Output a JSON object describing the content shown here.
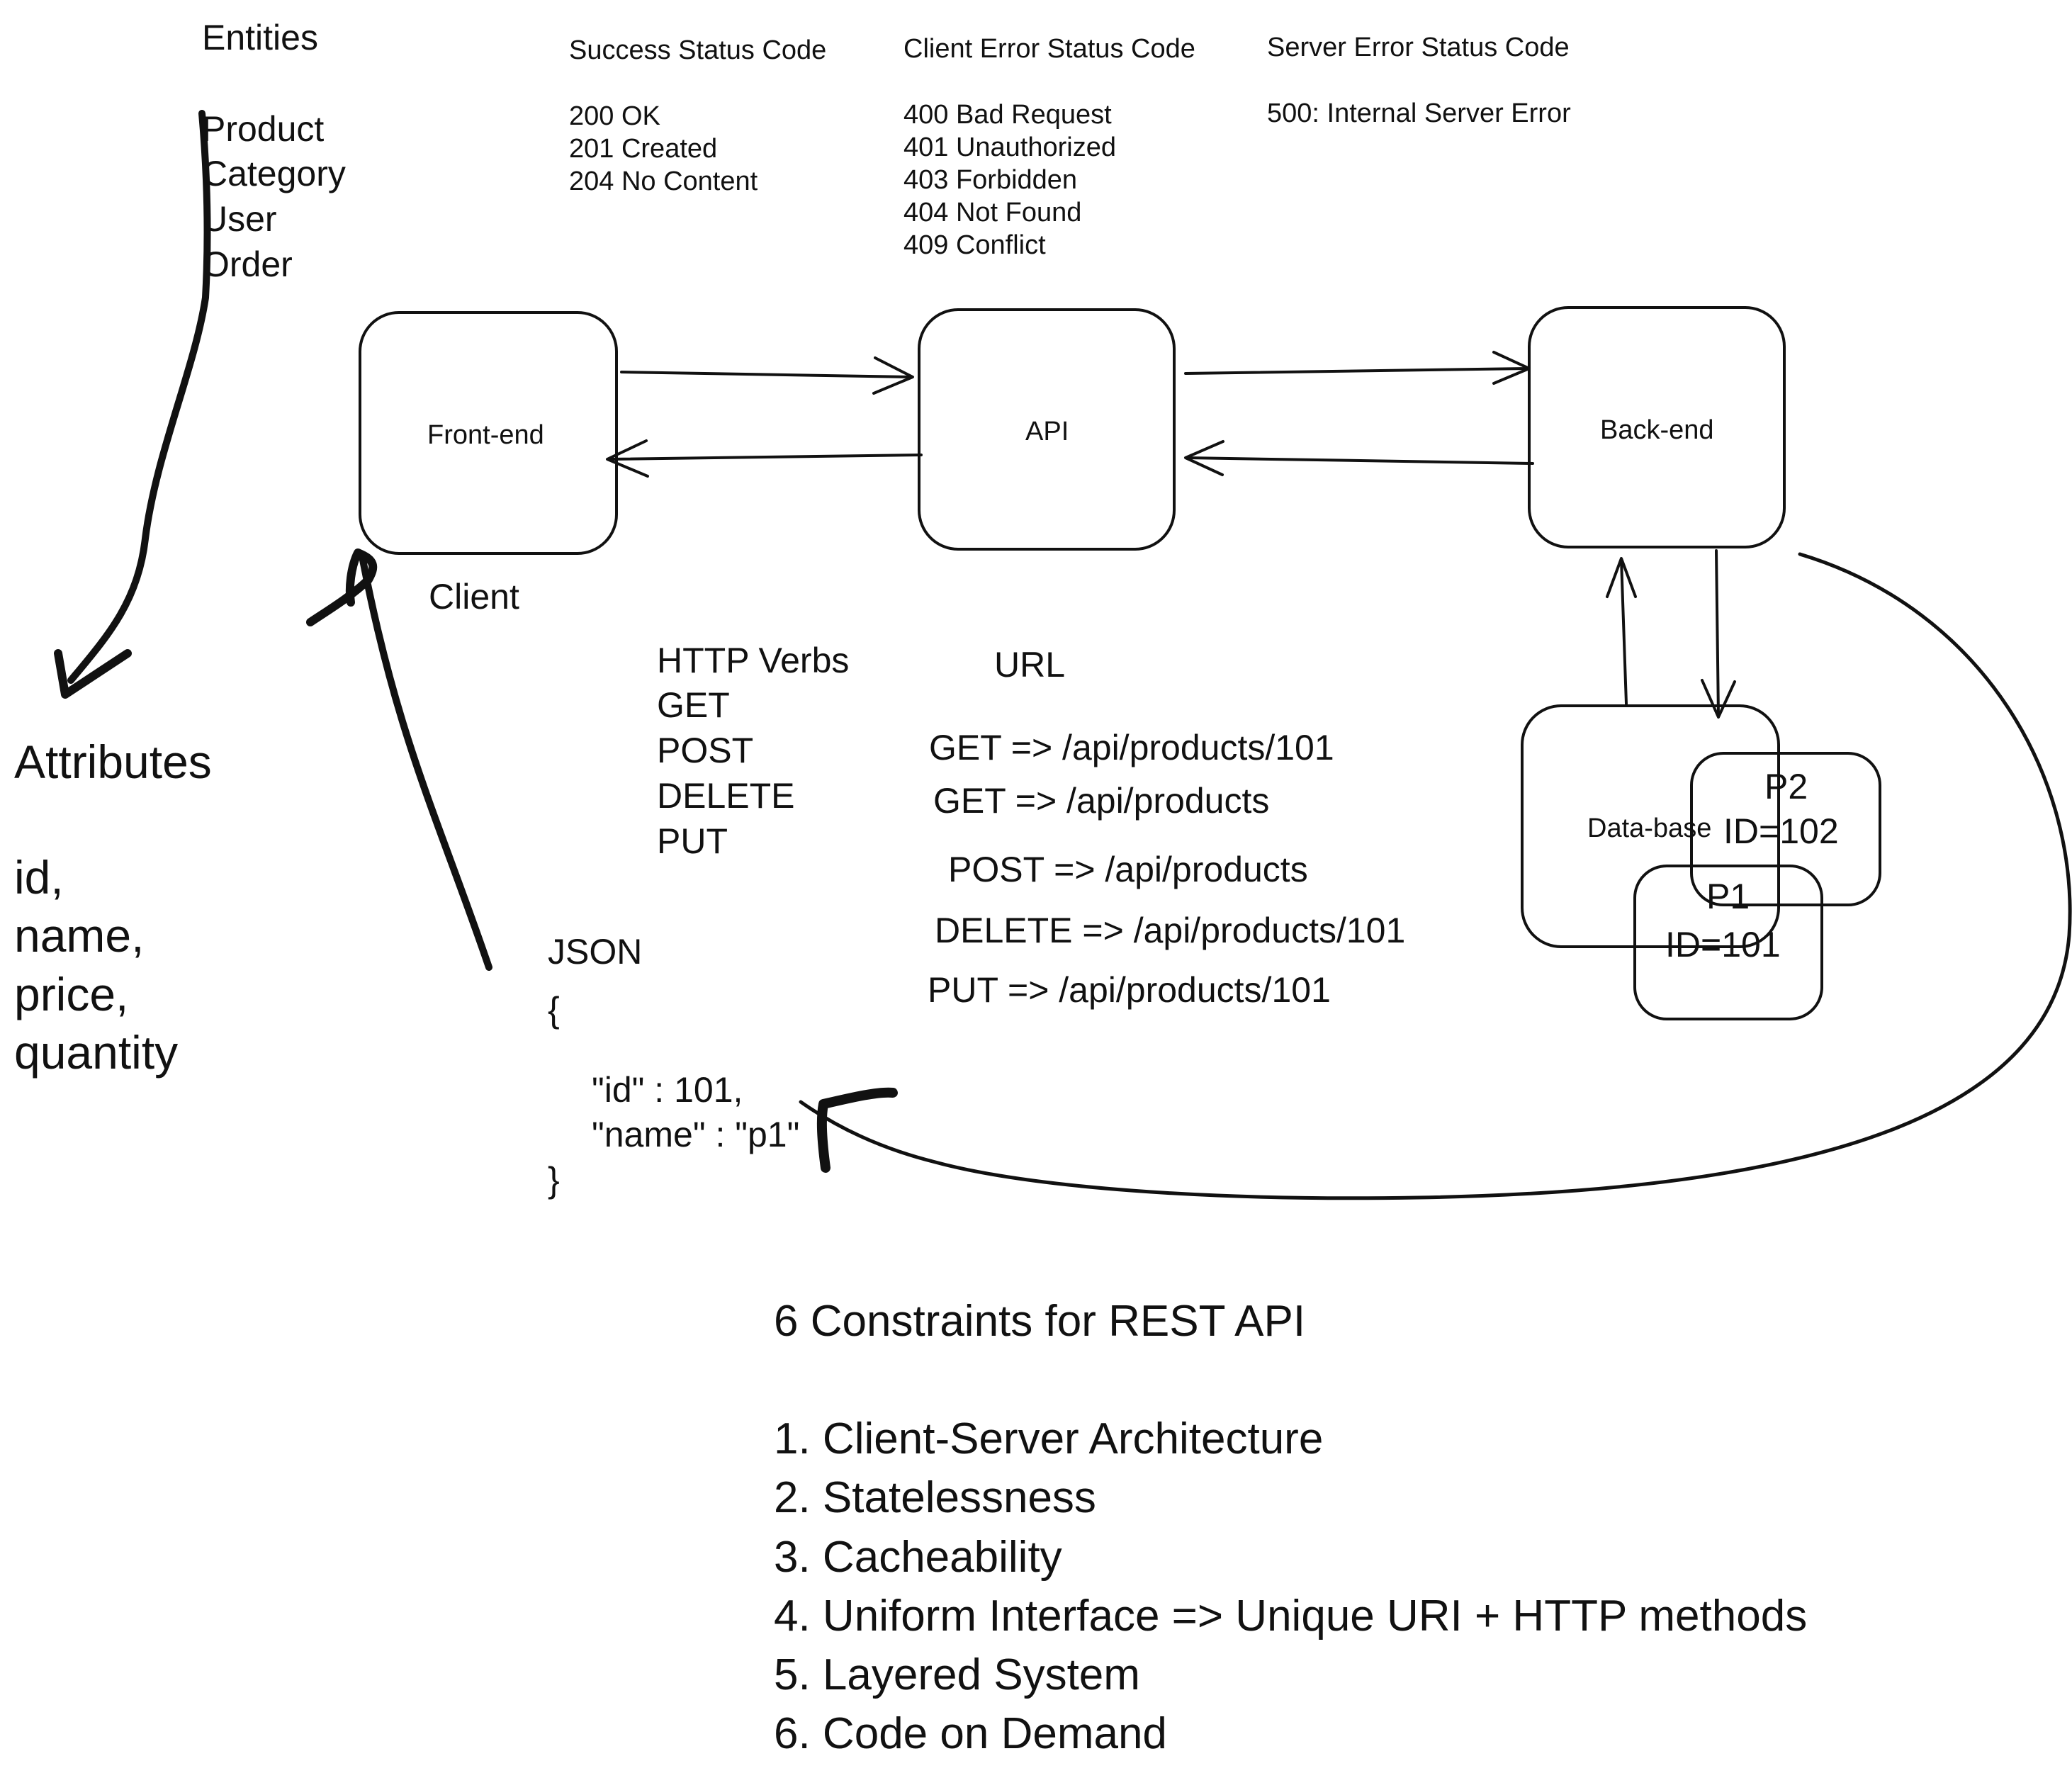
{
  "entities": {
    "heading": "Entities",
    "items": [
      "Product",
      "Category",
      "User",
      "Order"
    ]
  },
  "attributes": {
    "heading": "Attributes",
    "items": [
      "id,",
      "name,",
      "price,",
      "quantity"
    ]
  },
  "status_codes": {
    "success": {
      "heading": "Success Status Code",
      "items": [
        "200 OK",
        "201 Created",
        "204 No Content"
      ]
    },
    "client_error": {
      "heading": "Client Error Status Code",
      "items": [
        "400 Bad Request",
        "401 Unauthorized",
        "403 Forbidden",
        "404 Not Found",
        "409 Conflict"
      ]
    },
    "server_error": {
      "heading": "Server Error Status Code",
      "items": [
        "500: Internal Server Error"
      ]
    }
  },
  "nodes": {
    "frontend": "Front-end",
    "api": "API",
    "backend": "Back-end",
    "database": "Data-base",
    "client_label": "Client",
    "p2_name": "P2",
    "p2_id": "ID=102",
    "p1_name": "P1",
    "p1_id": "ID=101"
  },
  "http_verbs": {
    "heading": "HTTP Verbs",
    "items": [
      "GET",
      "POST",
      "DELETE",
      "PUT"
    ]
  },
  "urls": {
    "heading": "URL",
    "items": [
      "GET => /api/products/101",
      "GET => /api/products",
      "POST => /api/products",
      "DELETE => /api/products/101",
      "PUT => /api/products/101"
    ]
  },
  "json_example": {
    "heading": "JSON",
    "lines": [
      "{",
      "\"id\" : 101,",
      "\"name\" : \"p1\"",
      "}"
    ]
  },
  "constraints": {
    "heading": "6 Constraints for REST API",
    "items": [
      "1. Client-Server Architecture",
      "2. Statelessness",
      "3. Cacheability",
      "4. Uniform Interface => Unique URI + HTTP methods",
      "5. Layered System",
      "6. Code on Demand"
    ]
  },
  "colors": {
    "ink": "#111111",
    "background": "#ffffff"
  }
}
